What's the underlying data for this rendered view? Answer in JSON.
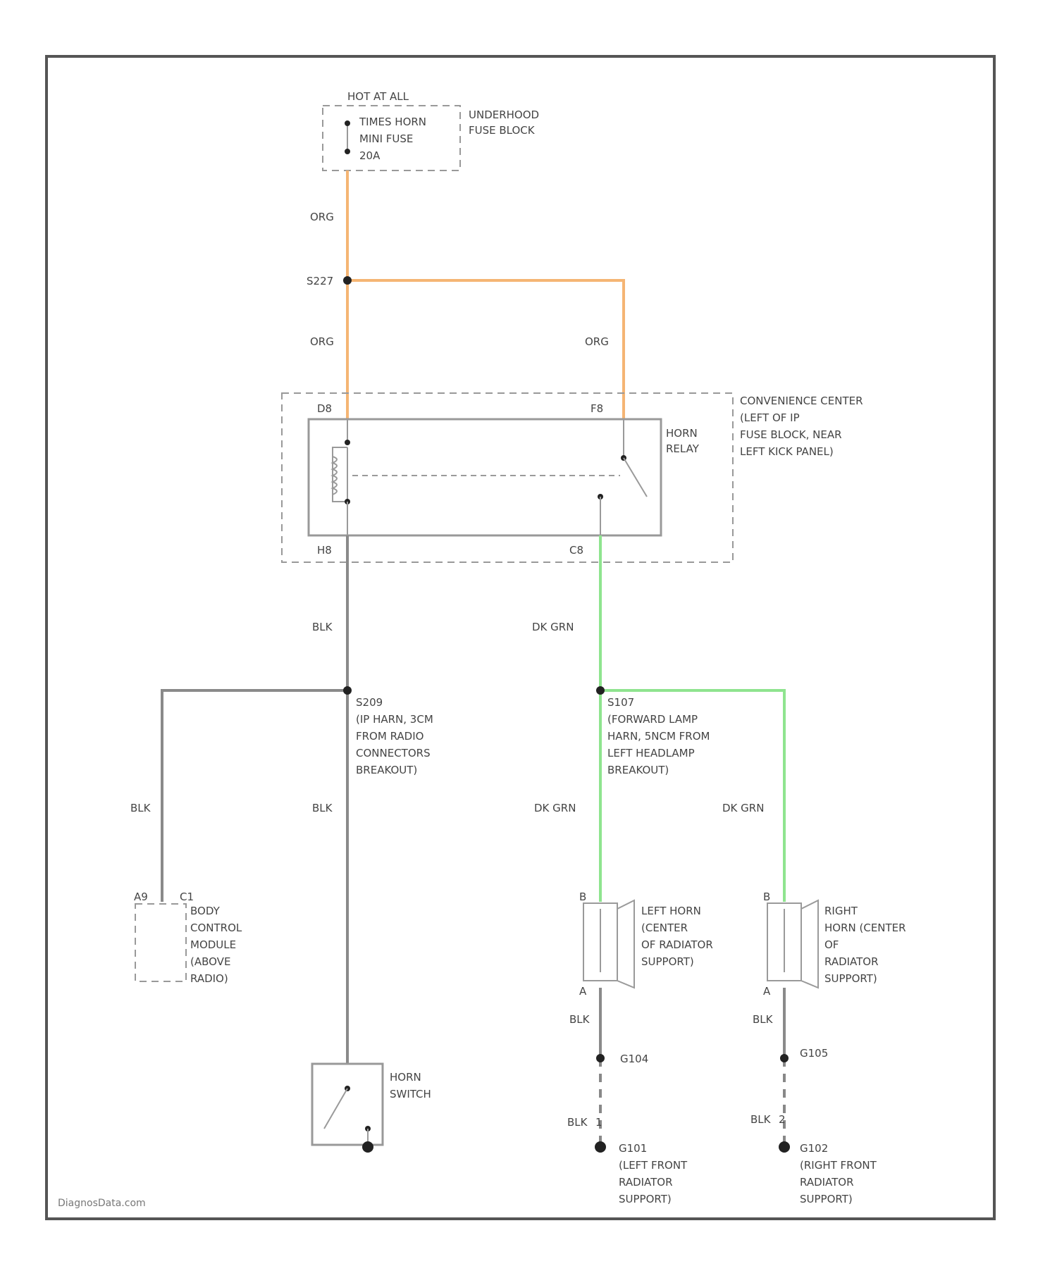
{
  "colors": {
    "orange_wire": "#f5b574",
    "green_wire": "#8fe48f",
    "black_wire": "#8a8a8a"
  },
  "fuse": {
    "hot_label": "HOT AT ALL",
    "fuse_lines": [
      "TIMES HORN",
      "MINI FUSE",
      "20A"
    ],
    "block_lines": [
      "UNDERHOOD",
      "FUSE BLOCK"
    ]
  },
  "wire_labels": {
    "org_top": "ORG",
    "org_left": "ORG",
    "org_right": "ORG",
    "blk_upper": "BLK",
    "blk_left": "BLK",
    "blk_center": "BLK",
    "grn_upper": "DK GRN",
    "grn_left": "DK GRN",
    "grn_right": "DK GRN",
    "blk_lh_horn": "BLK",
    "blk_rh_horn": "BLK",
    "blk_lh_ground": "BLK",
    "blk_rh_ground": "BLK"
  },
  "splices": {
    "org": "S227",
    "blk_lines": [
      "S209",
      "(IP HARN, 3CM",
      "FROM RADIO",
      "CONNECTORS",
      "BREAKOUT)"
    ],
    "grn_lines": [
      "S107",
      "(FORWARD LAMP",
      "HARN, 5NCM FROM",
      "LEFT HEADLAMP",
      "BREAKOUT)"
    ]
  },
  "relay": {
    "pin_top_left": "D8",
    "pin_top_right": "F8",
    "pin_bottom_left": "H8",
    "pin_bottom_right": "C8",
    "name_lines": [
      "HORN",
      "RELAY"
    ],
    "center_lines": [
      "CONVENIENCE CENTER",
      "(LEFT OF IP",
      "FUSE BLOCK, NEAR",
      "LEFT KICK PANEL)"
    ]
  },
  "bcm": {
    "pin_a": "A9",
    "pin_b": "C1",
    "lines": [
      "BODY",
      "CONTROL",
      "MODULE",
      "(ABOVE",
      "RADIO)"
    ]
  },
  "horn_switch": {
    "lines": [
      "HORN",
      "SWITCH"
    ]
  },
  "left_horn": {
    "pin_top": "B",
    "pin_bottom": "A",
    "lines": [
      "LEFT HORN",
      "(CENTER",
      "OF RADIATOR",
      "SUPPORT)"
    ]
  },
  "right_horn": {
    "pin_top": "B",
    "pin_bottom": "A",
    "lines": [
      "RIGHT",
      "HORN (CENTER",
      "OF",
      "RADIATOR",
      "SUPPORT)"
    ]
  },
  "grounds": {
    "left_conn": "G104",
    "right_conn": "G105",
    "left_pin": "1",
    "right_pin": "2",
    "left_lines": [
      "G101",
      "(LEFT FRONT",
      "RADIATOR",
      "SUPPORT)"
    ],
    "right_lines": [
      "G102",
      "(RIGHT FRONT",
      "RADIATOR",
      "SUPPORT)"
    ]
  },
  "footer": {
    "watermark": "DiagnosData.com"
  }
}
